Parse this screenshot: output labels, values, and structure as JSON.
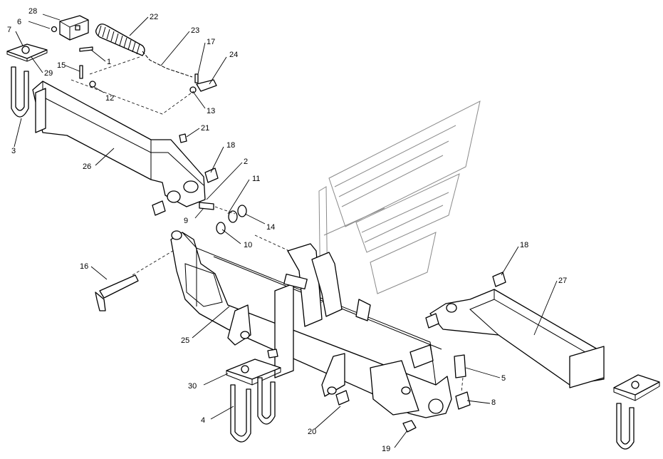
{
  "callouts": {
    "c1": "1",
    "c2": "2",
    "c3": "3",
    "c4": "4",
    "c5": "5",
    "c6": "6",
    "c7": "7",
    "c8": "8",
    "c9": "9",
    "c10": "10",
    "c11": "11",
    "c12": "12",
    "c13": "13",
    "c14": "14",
    "c15": "15",
    "c16": "16",
    "c17": "17",
    "c18a": "18",
    "c18b": "18",
    "c19": "19",
    "c20": "20",
    "c21": "21",
    "c22": "22",
    "c23": "23",
    "c24": "24",
    "c25": "25",
    "c26": "26",
    "c27": "27",
    "c28": "28",
    "c29": "29",
    "c30": "30"
  }
}
